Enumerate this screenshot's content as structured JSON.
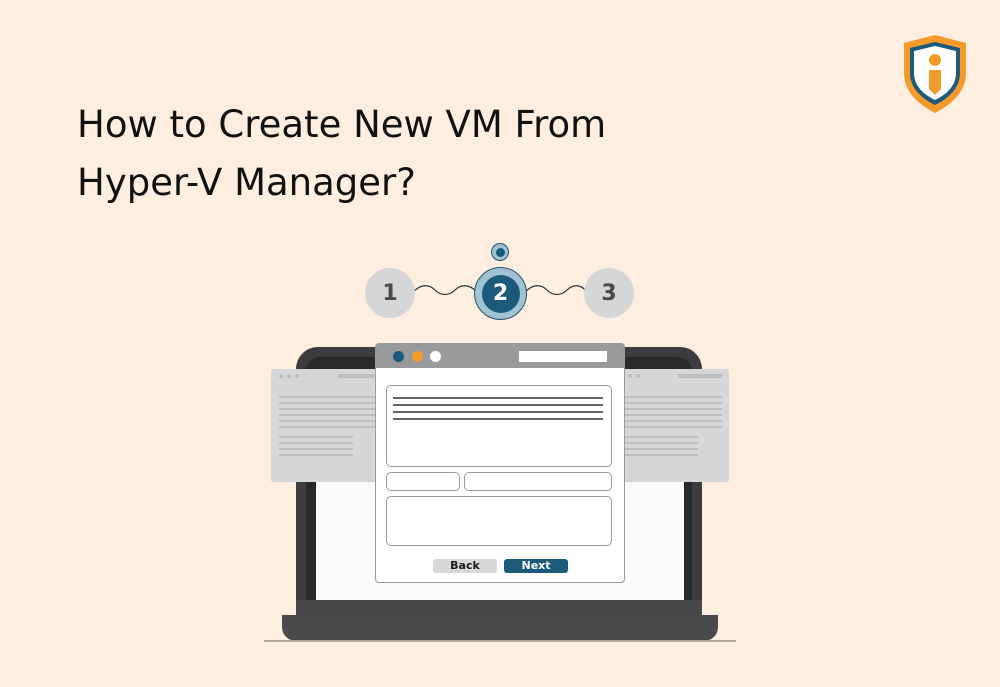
{
  "title": {
    "line1": "How to Create New VM From",
    "line2": "Hyper-V Manager?"
  },
  "logo": {
    "icon": "shield-info-icon",
    "colors": {
      "outer": "#f39a2b",
      "ring": "#1c5a7b",
      "inner": "#ffffff",
      "glyph": "#f39a2b"
    }
  },
  "stepper": {
    "steps": [
      {
        "label": "1",
        "state": "inactive"
      },
      {
        "label": "2",
        "state": "active"
      },
      {
        "label": "3",
        "state": "inactive"
      }
    ],
    "active_indicator": "location-dot-icon"
  },
  "window": {
    "titlebar_dots": [
      "#1c5a7b",
      "#f39a2b",
      "#ffffff"
    ],
    "buttons": {
      "back_label": "Back",
      "next_label": "Next"
    }
  },
  "colors": {
    "background": "#fdeee0",
    "accent": "#1c5a7b",
    "orange": "#f39a2b",
    "laptop": "#3c3c3e",
    "panel_gray": "#d6d6d8"
  }
}
